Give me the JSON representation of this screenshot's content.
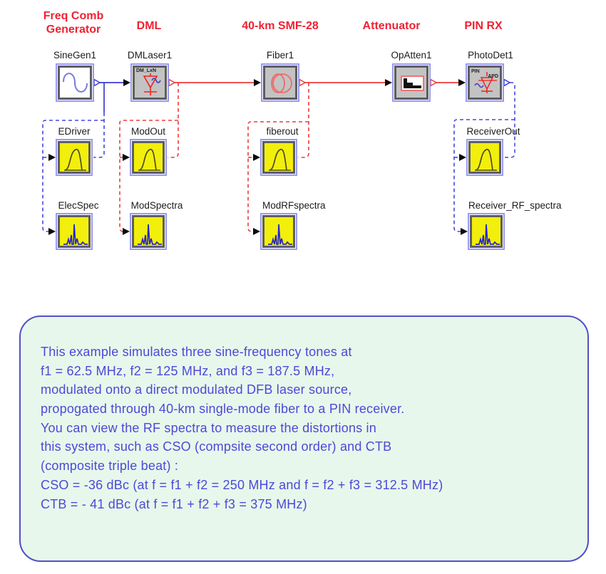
{
  "sections": [
    {
      "label": "Freq Comb\nGenerator"
    },
    {
      "label": "DML"
    },
    {
      "label": "40-km SMF-28"
    },
    {
      "label": "Attenuator"
    },
    {
      "label": "PIN RX"
    }
  ],
  "blocks": [
    {
      "label": "SineGen1",
      "type": "sine-generator"
    },
    {
      "label": "DMLaser1",
      "type": "direct-modulated-laser",
      "icon_text": "DM_LxN"
    },
    {
      "label": "Fiber1",
      "type": "fiber-span"
    },
    {
      "label": "OpAtten1",
      "type": "optical-attenuator"
    },
    {
      "label": "PhotoDet1",
      "type": "photodetector",
      "icon_text_left": "PIN",
      "icon_text_right": "APD"
    }
  ],
  "monitors": [
    {
      "label": "EDriver",
      "type": "pulse-plot"
    },
    {
      "label": "ModOut",
      "type": "pulse-plot"
    },
    {
      "label": "fiberout",
      "type": "pulse-plot"
    },
    {
      "label": "ReceiverOut",
      "type": "pulse-plot"
    },
    {
      "label": "ElecSpec",
      "type": "spectrum-plot"
    },
    {
      "label": "ModSpectra",
      "type": "spectrum-plot"
    },
    {
      "label": "ModRFspectra",
      "type": "spectrum-plot"
    },
    {
      "label": "Receiver_RF_spectra",
      "type": "spectrum-plot"
    }
  ],
  "note": {
    "lines": [
      "This example simulates three sine-frequency tones at",
      "f1 = 62.5 MHz, f2 = 125 MHz, and f3 = 187.5 MHz,",
      "modulated onto a direct modulated DFB laser source,",
      "propogated through 40-km single-mode fiber to a PIN receiver.",
      "You can view the RF spectra to measure the distortions in",
      "this system, such as CSO (compsite second order) and CTB",
      "(composite triple beat) :",
      "CSO = -36 dBc (at f = f1 + f2 = 250 MHz and f = f2 + f3 = 312.5 MHz)",
      "CTB = - 41 dBc (at f = f1 + f2 + f3 = 375 MHz)"
    ]
  },
  "colors": {
    "section_label_red": "#ee2233",
    "wire_blue": "#3a3ad0",
    "wire_red": "#ee3c3c",
    "monitor_yellow": "#f2ef0c",
    "block_gray": "#c3c3c3",
    "note_background": "#e8f7ec",
    "note_border": "#5151c6",
    "note_text": "#4a4ad8"
  }
}
